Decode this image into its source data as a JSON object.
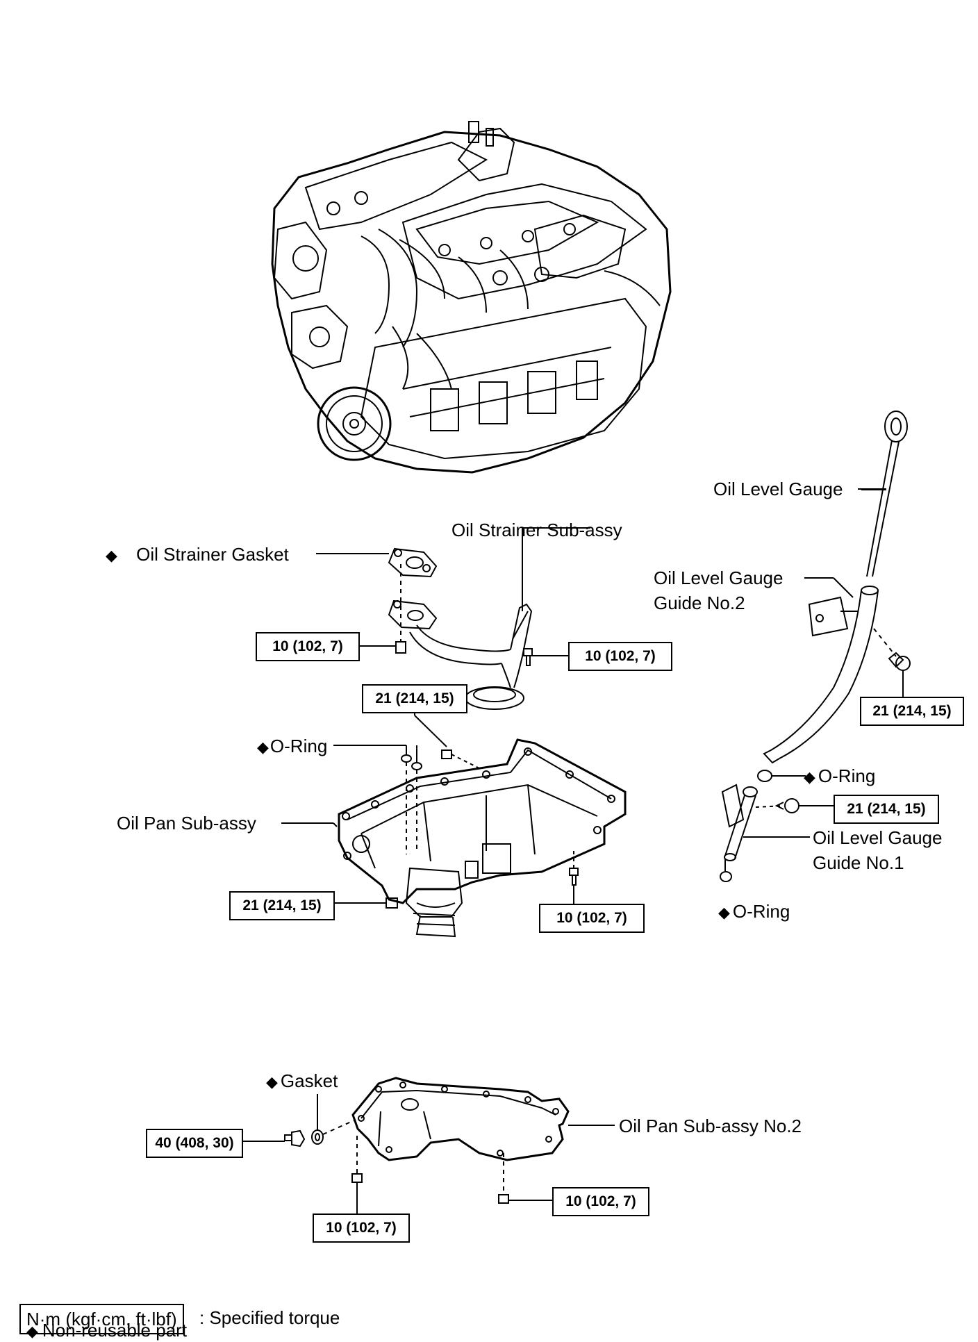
{
  "labels": {
    "oil_level_gauge": "Oil Level Gauge",
    "oil_level_gauge_guide_no2_l1": "Oil Level Gauge",
    "oil_level_gauge_guide_no2_l2": "Guide No.2",
    "oil_strainer_subassy": "Oil Strainer Sub-assy",
    "oil_strainer_gasket": "Oil Strainer Gasket",
    "o_ring_pan": "O-Ring",
    "oil_pan_subassy": "Oil Pan Sub-assy",
    "o_ring_gauge_upper": "O-Ring",
    "oil_level_gauge_guide_no1_l1": "Oil Level Gauge",
    "oil_level_gauge_guide_no1_l2": "Guide No.1",
    "o_ring_gauge_lower": "O-Ring",
    "gasket": "Gasket",
    "oil_pan_subassy_no2": "Oil Pan Sub-assy No.2"
  },
  "non_reusable_marker": "◆",
  "torque_specs": {
    "strainer_left": "10 (102, 7)",
    "strainer_right": "10 (102, 7)",
    "pan_top": "21 (214, 15)",
    "gauge_guide_bolt": "21 (214, 15)",
    "gauge_guide_no1_bolt": "21 (214, 15)",
    "pan_front": "21 (214, 15)",
    "pan_rear": "10 (102, 7)",
    "drain_plug": "40 (408, 30)",
    "pan2_left": "10 (102, 7)",
    "pan2_right": "10 (102, 7)"
  },
  "legend": {
    "torque_unit": "N·m (kgf·cm, ft·lbf)",
    "torque_desc": ": Specified torque",
    "non_reusable_desc": "Non-reusable part"
  }
}
